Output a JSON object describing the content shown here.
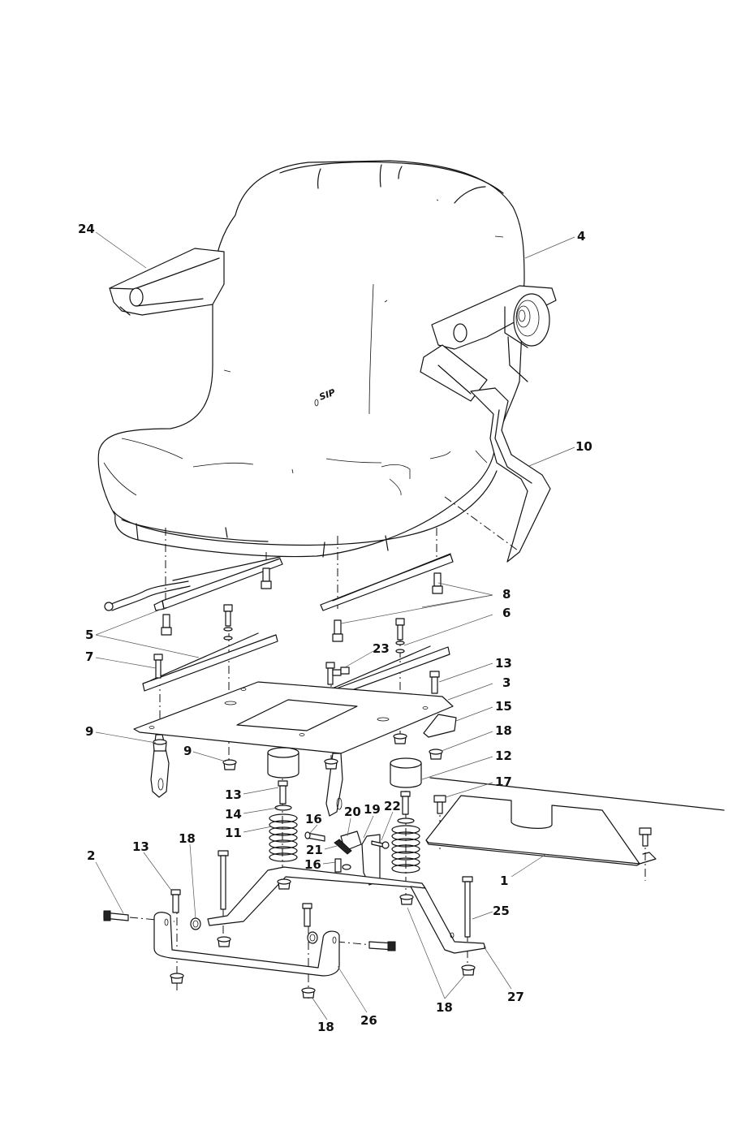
{
  "seat_logo": "SIP",
  "callouts": [
    {
      "id": "c24",
      "label": "24"
    },
    {
      "id": "c4",
      "label": "4"
    },
    {
      "id": "c10",
      "label": "10"
    },
    {
      "id": "c8",
      "label": "8"
    },
    {
      "id": "c6",
      "label": "6"
    },
    {
      "id": "c5",
      "label": "5"
    },
    {
      "id": "c7",
      "label": "7"
    },
    {
      "id": "c23",
      "label": "23"
    },
    {
      "id": "c13a",
      "label": "13"
    },
    {
      "id": "c3",
      "label": "3"
    },
    {
      "id": "c15",
      "label": "15"
    },
    {
      "id": "c9a",
      "label": "9"
    },
    {
      "id": "c18a",
      "label": "18"
    },
    {
      "id": "c9b",
      "label": "9"
    },
    {
      "id": "c12",
      "label": "12"
    },
    {
      "id": "c13b",
      "label": "13"
    },
    {
      "id": "c17",
      "label": "17"
    },
    {
      "id": "c14",
      "label": "14"
    },
    {
      "id": "c16a",
      "label": "16"
    },
    {
      "id": "c20",
      "label": "20"
    },
    {
      "id": "c19",
      "label": "19"
    },
    {
      "id": "c22",
      "label": "22"
    },
    {
      "id": "c11",
      "label": "11"
    },
    {
      "id": "c21",
      "label": "21"
    },
    {
      "id": "c16b",
      "label": "16"
    },
    {
      "id": "c13c",
      "label": "13"
    },
    {
      "id": "c18b",
      "label": "18"
    },
    {
      "id": "c2",
      "label": "2"
    },
    {
      "id": "c1",
      "label": "1"
    },
    {
      "id": "c25",
      "label": "25"
    },
    {
      "id": "c27",
      "label": "27"
    },
    {
      "id": "c18c",
      "label": "18"
    },
    {
      "id": "c26",
      "label": "26"
    },
    {
      "id": "c18d",
      "label": "18"
    }
  ]
}
